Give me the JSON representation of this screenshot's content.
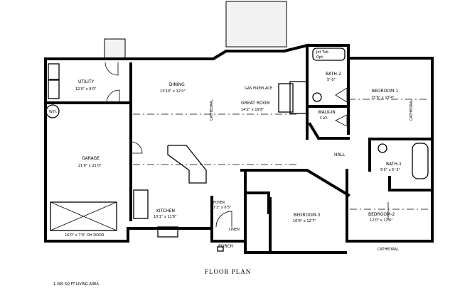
{
  "title": "FLOOR PLAN",
  "area_note": "1,300 SQ FT LIVING AREA",
  "rooms": {
    "utility": {
      "name": "UTILITY",
      "size": "12'0\" x 8'0\""
    },
    "dining": {
      "name": "DINING",
      "size": "13'10\" x 12'0\""
    },
    "dining_ceiling": "CATHEDRAL",
    "great_room": {
      "name": "GREAT ROOM",
      "size": "14'2\" x 19'8\""
    },
    "fireplace": "GAS FIREPLACE",
    "jet_tub": {
      "line1": "Jet Tub",
      "line2": "Opt."
    },
    "bath2": {
      "name": "BATH-2",
      "size": "5'-0\""
    },
    "bedroom1": {
      "name": "BEDROOM-1",
      "size": "15'6\" x 13'4\""
    },
    "bedroom1_ceiling": "CATHEDRAL",
    "walkin": {
      "name": "WALK-IN",
      "sub": "CLO."
    },
    "hall": {
      "name": "HALL"
    },
    "bath1": {
      "name": "BATH-1",
      "size": "5'0\" x 5'-5\""
    },
    "bedroom3": {
      "name": "BEDROOM-3",
      "size": "10'8\" x 12'7\""
    },
    "bedroom2": {
      "name": "BEDROOM-2",
      "size": "12'0\" x 12'6\""
    },
    "bedroom2_ceiling": "CATHEDRAL",
    "kitchen": {
      "name": "KITCHEN",
      "size": "10'1\" x 11'6\""
    },
    "foyer": {
      "name": "FOYER",
      "size": "10'1\" x 6'5\""
    },
    "linen": "LINEN",
    "porch": {
      "name": "PORCH"
    },
    "garage": {
      "name": "GARAGE",
      "size": "21'0\" x 21'0\""
    },
    "garage_door": "16'0\" x 7'0\" OH DOOR",
    "water_heater": "W.H."
  }
}
